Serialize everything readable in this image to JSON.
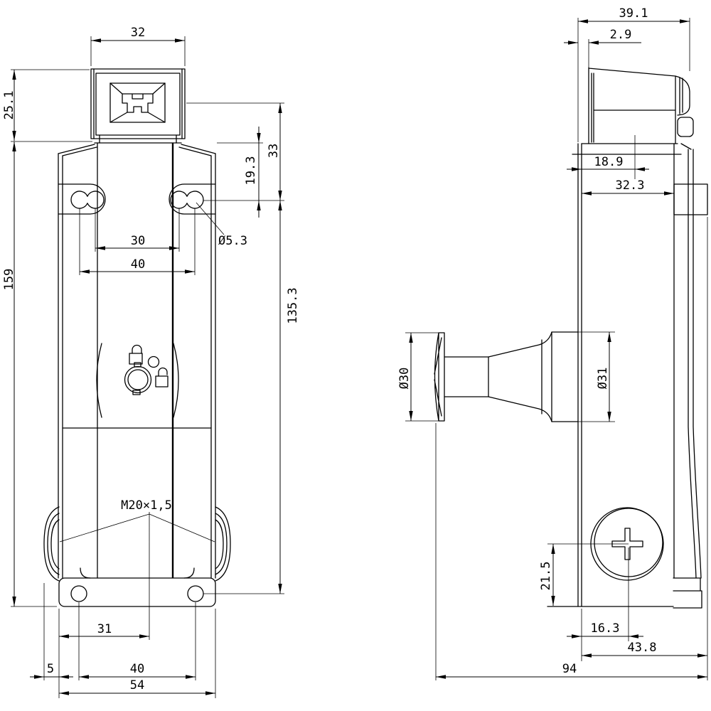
{
  "front_view": {
    "dims": {
      "head_width": "32",
      "head_height": "25.1",
      "actuator_axis_to_holes": "33",
      "body_top_to_holes": "19.3",
      "top_holes_inner_spacing": "30",
      "top_holes_outer_spacing": "40",
      "mounting_hole_diameter": "Ø5.3",
      "body_height": "159",
      "holes_vertical_spacing": "135.3",
      "cable_entry_thread": "M20×1,5",
      "bottom_hole_offset": "31",
      "gland_protrusion": "5",
      "bottom_holes_spacing": "40",
      "body_width": "54"
    }
  },
  "side_view": {
    "dims": {
      "head_depth": "39.1",
      "head_setback": "2.9",
      "actuator_axis_depth": "18.9",
      "head_body_depth": "32.3",
      "release_knob_diameter": "Ø30",
      "knob_base_diameter": "Ø31",
      "cam_center_to_bottom": "21.5",
      "cam_center_offset": "16.3",
      "body_depth": "43.8",
      "overall_depth": "94"
    }
  }
}
